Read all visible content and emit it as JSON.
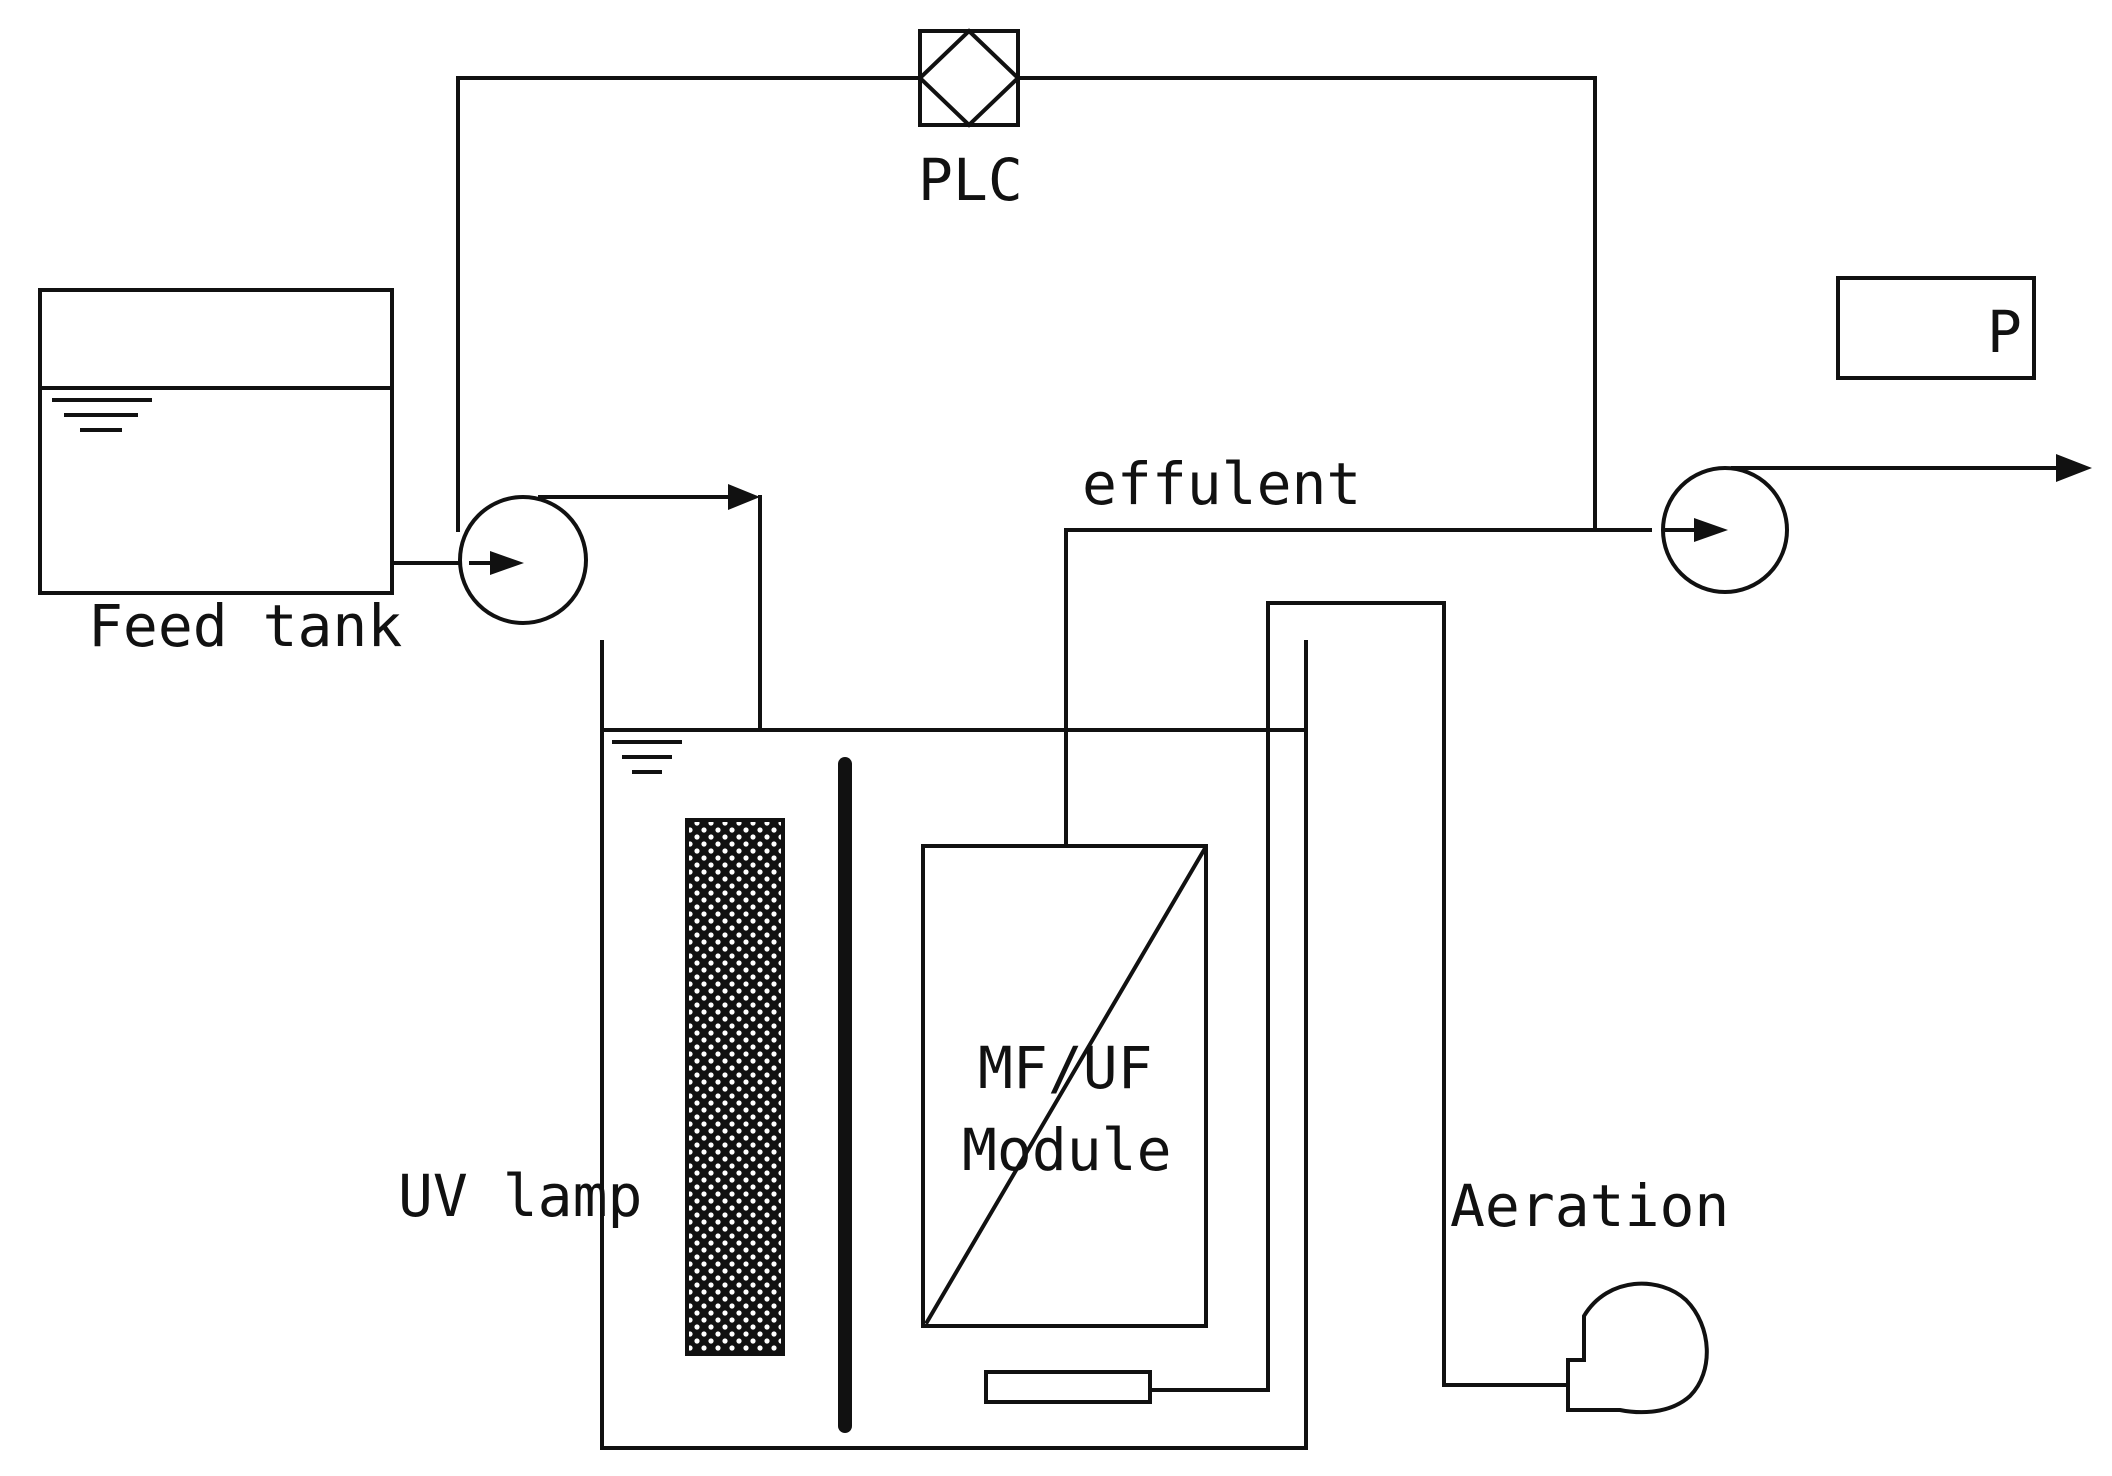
{
  "labels": {
    "plc": "PLC",
    "pressure": "P",
    "feed_tank": "Feed tank",
    "effluent": "effulent",
    "membrane_line1": "MF/UF",
    "membrane_line2": "Module",
    "uv_lamp": "UV lamp",
    "aeration": "Aeration"
  },
  "colors": {
    "line": "#111111",
    "background": "#ffffff"
  }
}
